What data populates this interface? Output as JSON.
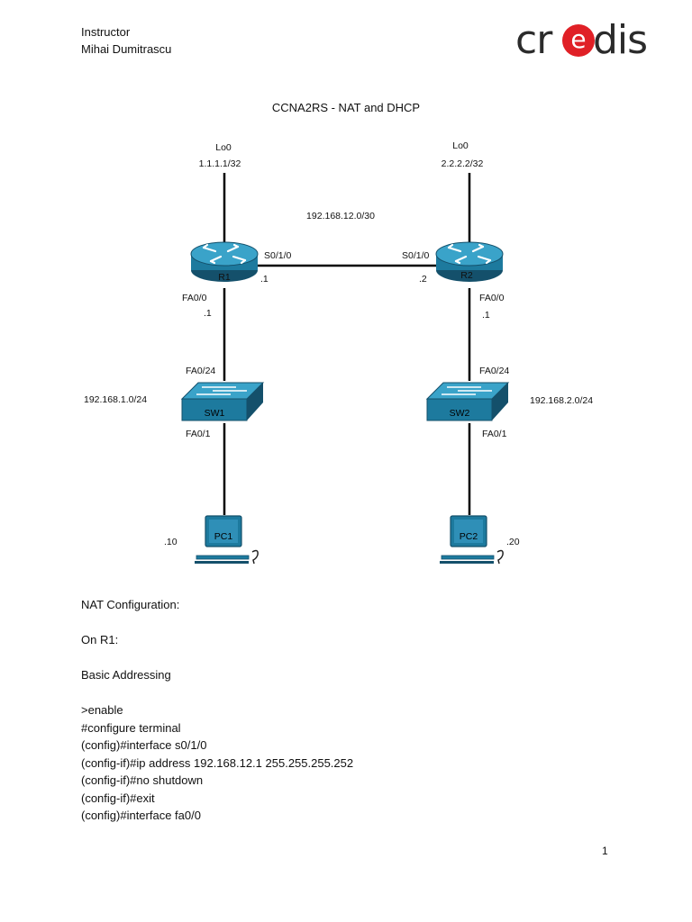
{
  "header": {
    "role": "Instructor",
    "name": "Mihai Dumitrascu"
  },
  "logo": {
    "text_left": "cr",
    "text_e": "e",
    "text_right": "dis",
    "accent_color": "#e02026"
  },
  "title": "CCNA2RS - NAT and DHCP",
  "diagram": {
    "r1": {
      "loopback_name": "Lo0",
      "loopback_ip": "1.1.1.1/32",
      "name": "R1",
      "serial_if": "S0/1/0",
      "serial_host": ".1",
      "fa_if": "FA0/0",
      "fa_host": ".1"
    },
    "r2": {
      "loopback_name": "Lo0",
      "loopback_ip": "2.2.2.2/32",
      "name": "R2",
      "serial_if": "S0/1/0",
      "serial_host": ".2",
      "fa_if": "FA0/0",
      "fa_host": ".1"
    },
    "wan_network": "192.168.12.0/30",
    "sw1": {
      "name": "SW1",
      "uplink_if": "FA0/24",
      "access_if": "FA0/1",
      "lan": "192.168.1.0/24"
    },
    "sw2": {
      "name": "SW2",
      "uplink_if": "FA0/24",
      "access_if": "FA0/1",
      "lan": "192.168.2.0/24"
    },
    "pc1": {
      "name": "PC1",
      "host": ".10"
    },
    "pc2": {
      "name": "PC2",
      "host": ".20"
    },
    "colors": {
      "device_body": "#1d7a9e",
      "device_top": "#3aa3c9",
      "device_dark": "#14506b",
      "link": "#000000"
    }
  },
  "content": {
    "section_heading": "NAT Configuration:",
    "subheading": "On R1:",
    "step_heading": "Basic Addressing",
    "commands": [
      ">enable",
      "#configure terminal",
      "(config)#interface s0/1/0",
      "(config-if)#ip address 192.168.12.1 255.255.255.252",
      "(config-if)#no shutdown",
      "(config-if)#exit",
      "(config)#interface fa0/0"
    ]
  },
  "page_number": "1"
}
